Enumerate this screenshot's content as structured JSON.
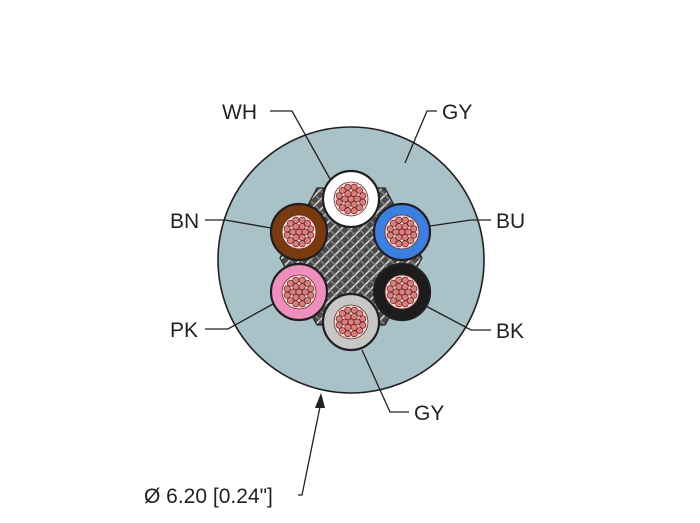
{
  "diagram": {
    "colors": {
      "jacket": "#a9c2c7",
      "filler": "#4a4a4a",
      "copper": "#d9807f"
    },
    "conductors": [
      {
        "code": "WH",
        "color": "#ffffff",
        "label": "WH",
        "name": "white"
      },
      {
        "code": "BU",
        "color": "#3d7fe0",
        "label": "BU",
        "name": "blue"
      },
      {
        "code": "BK",
        "color": "#1c1c1c",
        "label": "BK",
        "name": "black"
      },
      {
        "code": "GY",
        "color": "#c7c7c7",
        "label": "GY",
        "name": "gray"
      },
      {
        "code": "PK",
        "color": "#ef8fbd",
        "label": "PK",
        "name": "pink"
      },
      {
        "code": "BN",
        "color": "#7a3a10",
        "label": "BN",
        "name": "brown"
      }
    ],
    "jacket_label": "GY",
    "diameter_label": "Ø 6.20 [0.24\"]"
  }
}
